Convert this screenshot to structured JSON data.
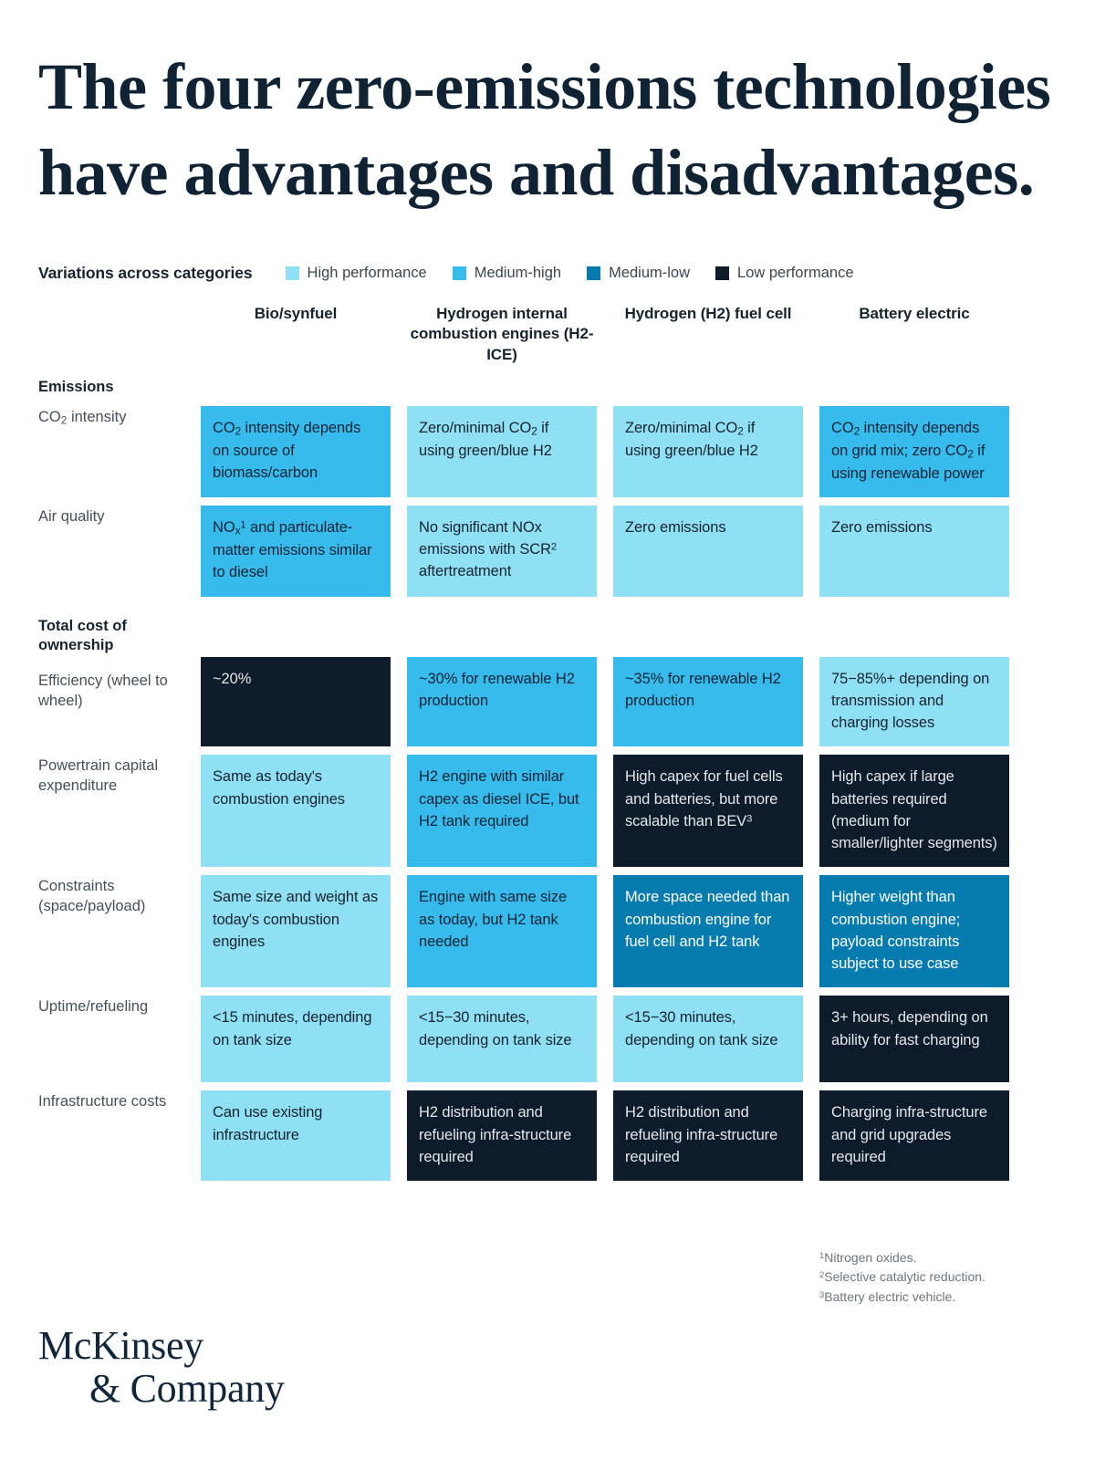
{
  "title": "The four zero-emissions technologies have advantages and disadvantages.",
  "legend": {
    "title": "Variations across categories",
    "items": [
      {
        "label": "High performance",
        "color": "#8fe0f5",
        "key": "high"
      },
      {
        "label": "Medium-high",
        "color": "#37bbed",
        "key": "medhigh"
      },
      {
        "label": "Medium-low",
        "color": "#057bb0",
        "key": "medlow"
      },
      {
        "label": "Low performance",
        "color": "#0d1b2a",
        "key": "low"
      }
    ]
  },
  "columns": [
    "Bio/synfuel",
    "Hydrogen internal combustion engines (H2-ICE)",
    "Hydrogen (H2) fuel cell",
    "Battery electric"
  ],
  "sections": [
    {
      "label": "Emissions"
    },
    {
      "label": "Total cost of ownership"
    }
  ],
  "rows": [
    {
      "label": "CO2 intensity",
      "cells": [
        {
          "text": "CO2 intensity depends on source of biomass/carbon",
          "level": "medhigh"
        },
        {
          "text": "Zero/minimal CO2 if using green/blue H2",
          "level": "high"
        },
        {
          "text": "Zero/minimal CO2 if using green/blue H2",
          "level": "high"
        },
        {
          "text": "CO2 intensity depends on grid mix; zero CO2 if using renewable power",
          "level": "medhigh"
        }
      ]
    },
    {
      "label": "Air quality",
      "cells": [
        {
          "text": "NOx1 and particulate-matter emissions similar to diesel",
          "level": "medhigh"
        },
        {
          "text": "No significant NOx emissions with SCR2 aftertreatment",
          "level": "high"
        },
        {
          "text": "Zero emissions",
          "level": "high"
        },
        {
          "text": "Zero emissions",
          "level": "high"
        }
      ]
    },
    {
      "label": "Efficiency (wheel to wheel)",
      "cells": [
        {
          "text": "~20%",
          "level": "low"
        },
        {
          "text": "~30% for renewable H2 production",
          "level": "medhigh"
        },
        {
          "text": "~35% for renewable H2 production",
          "level": "medhigh"
        },
        {
          "text": "75−85%+ depending on transmission and charging losses",
          "level": "high"
        }
      ]
    },
    {
      "label": "Powertrain capital expenditure",
      "cells": [
        {
          "text": "Same as today's combustion engines",
          "level": "high"
        },
        {
          "text": "H2 engine with similar capex as diesel ICE, but H2 tank required",
          "level": "medhigh"
        },
        {
          "text": "High capex for fuel cells and batteries, but more scalable than BEV3",
          "level": "low"
        },
        {
          "text": "High capex if large batteries required (medium for smaller/lighter segments)",
          "level": "low"
        }
      ]
    },
    {
      "label": "Constraints (space/payload)",
      "cells": [
        {
          "text": "Same size and weight as today's combustion engines",
          "level": "high"
        },
        {
          "text": "Engine with same size as today, but H2 tank needed",
          "level": "medhigh"
        },
        {
          "text": "More space needed than combustion engine for fuel cell and H2 tank",
          "level": "medlow"
        },
        {
          "text": "Higher weight than combustion engine; payload constraints subject to use case",
          "level": "medlow"
        }
      ]
    },
    {
      "label": "Uptime/refueling",
      "cells": [
        {
          "text": "<15 minutes, depending on tank size",
          "level": "high"
        },
        {
          "text": "<15−30 minutes, depending on tank size",
          "level": "high"
        },
        {
          "text": "<15−30 minutes, depending on tank size",
          "level": "high"
        },
        {
          "text": "3+ hours, depending on ability for fast charging",
          "level": "low"
        }
      ]
    },
    {
      "label": "Infrastructure costs",
      "cells": [
        {
          "text": "Can use existing infrastructure",
          "level": "high"
        },
        {
          "text": "H2 distribution and refueling infra-structure required",
          "level": "low"
        },
        {
          "text": "H2 distribution and refueling infra-structure required",
          "level": "low"
        },
        {
          "text": "Charging infra-structure and grid upgrades required",
          "level": "low"
        }
      ]
    }
  ],
  "footnotes": [
    "1Nitrogen oxides.",
    "2Selective catalytic reduction.",
    "3Battery electric vehicle."
  ],
  "logo": {
    "line1": "McKinsey",
    "line2": "& Company"
  }
}
